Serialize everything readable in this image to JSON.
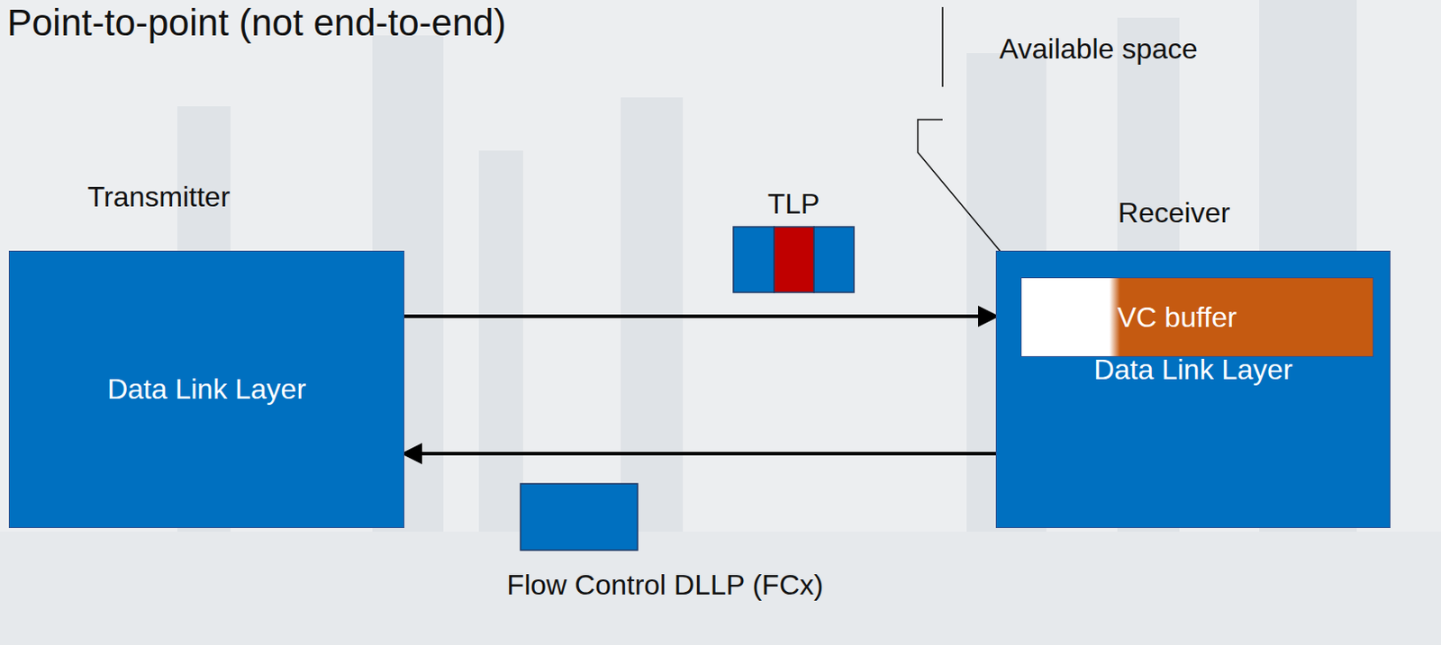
{
  "diagram": {
    "title": "Point-to-point (not end-to-end)",
    "nodes": [
      {
        "text": [
          "Transmitter",
          "Data Link Layer"
        ]
      },
      {
        "text": [
          "Receiver",
          "Data Link Layer"
        ]
      },
      {
        "text": [
          "VC buffer"
        ],
        "in": 1
      }
    ],
    "edges": [
      {
        "from": 0,
        "to": 1,
        "arrow": "to"
      },
      {
        "from": 1,
        "to": 0,
        "arrow": "to"
      }
    ],
    "labels": [
      "Available space",
      "TLP",
      "Flow Control DLLP (FCx)"
    ]
  }
}
